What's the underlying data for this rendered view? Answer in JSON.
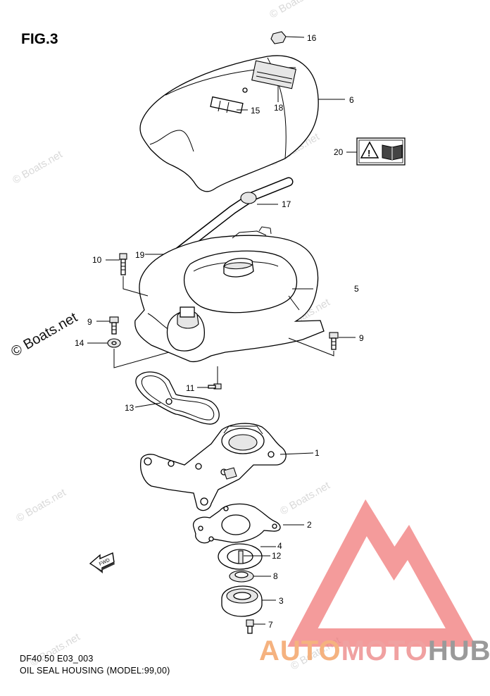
{
  "figure": {
    "title": "FIG.3",
    "code": "DF40 50 E03_003",
    "caption": "OIL SEAL HOUSING (MODEL:99,00)",
    "fwd_label": "FWD"
  },
  "watermarks": {
    "small": "© Boats.net",
    "large": "© Boats.net"
  },
  "brand": {
    "part1": "AUTO",
    "part2": "MOTO",
    "part3": "HUB",
    "color1": "#f5b27f",
    "color2": "#f0a1a1",
    "color3": "#9a9a9a",
    "logo_color": "#f07a7a"
  },
  "callouts": [
    {
      "id": "c16",
      "label": "16",
      "part": "nut"
    },
    {
      "id": "c6",
      "label": "6",
      "part": "engine-cover"
    },
    {
      "id": "c18",
      "label": "18",
      "part": "decal"
    },
    {
      "id": "c15",
      "label": "15",
      "part": "decal-strip"
    },
    {
      "id": "c20",
      "label": "20",
      "part": "caution-label"
    },
    {
      "id": "c17",
      "label": "17",
      "part": "hose"
    },
    {
      "id": "c19",
      "label": "19",
      "part": "wire"
    },
    {
      "id": "c10",
      "label": "10",
      "part": "bolt"
    },
    {
      "id": "c5",
      "label": "5",
      "part": "flywheel-cover"
    },
    {
      "id": "c9a",
      "label": "9",
      "part": "bolt-left"
    },
    {
      "id": "c9b",
      "label": "9",
      "part": "bolt-right"
    },
    {
      "id": "c14",
      "label": "14",
      "part": "washer"
    },
    {
      "id": "c11",
      "label": "11",
      "part": "small-bolt"
    },
    {
      "id": "c13",
      "label": "13",
      "part": "gasket-cover"
    },
    {
      "id": "c1",
      "label": "1",
      "part": "oil-seal-housing"
    },
    {
      "id": "c2",
      "label": "2",
      "part": "gasket"
    },
    {
      "id": "c4",
      "label": "4",
      "part": "oil-seal-plate"
    },
    {
      "id": "c12",
      "label": "12",
      "part": "pin"
    },
    {
      "id": "c8",
      "label": "8",
      "part": "oil-seal"
    },
    {
      "id": "c3",
      "label": "3",
      "part": "oil-seal-cap"
    },
    {
      "id": "c7",
      "label": "7",
      "part": "screw"
    }
  ]
}
